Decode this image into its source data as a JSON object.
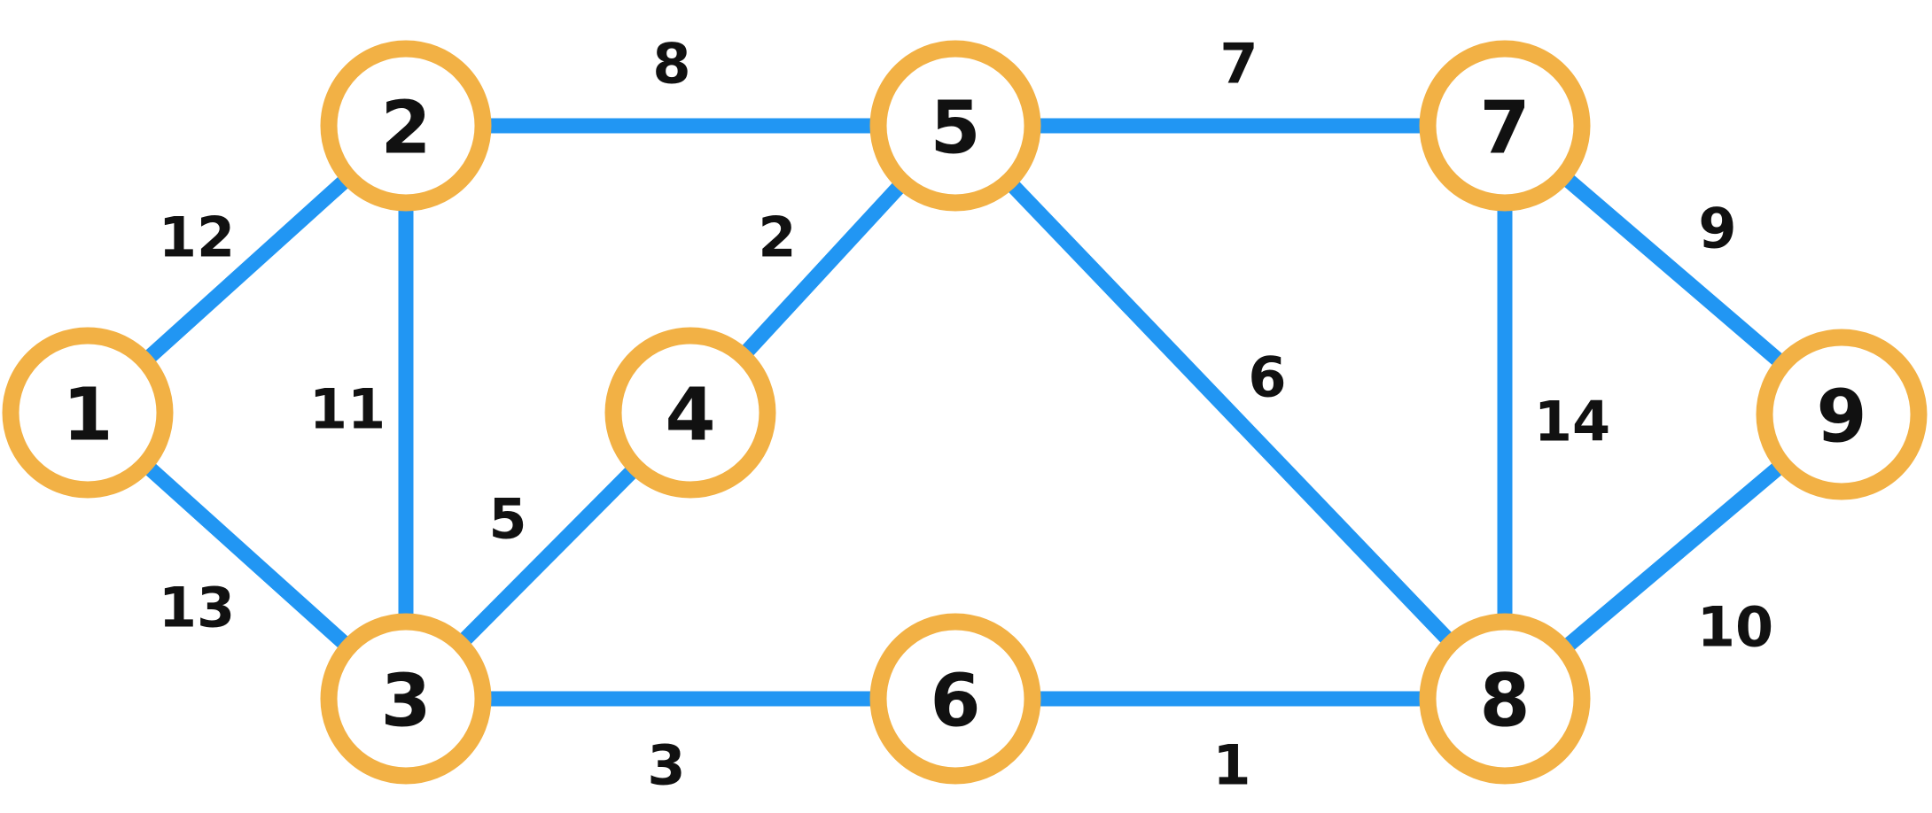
{
  "colors": {
    "edge": "#2196f3",
    "node_border": "#f2b145",
    "node_fill": "#ffffff",
    "text": "#111111"
  },
  "nodes": [
    {
      "id": "1",
      "label": "1"
    },
    {
      "id": "2",
      "label": "2"
    },
    {
      "id": "3",
      "label": "3"
    },
    {
      "id": "4",
      "label": "4"
    },
    {
      "id": "5",
      "label": "5"
    },
    {
      "id": "6",
      "label": "6"
    },
    {
      "id": "7",
      "label": "7"
    },
    {
      "id": "8",
      "label": "8"
    },
    {
      "id": "9",
      "label": "9"
    }
  ],
  "edges": [
    {
      "from": "1",
      "to": "2",
      "weight": "12"
    },
    {
      "from": "1",
      "to": "3",
      "weight": "13"
    },
    {
      "from": "2",
      "to": "3",
      "weight": "11"
    },
    {
      "from": "2",
      "to": "5",
      "weight": "8"
    },
    {
      "from": "3",
      "to": "4",
      "weight": "5"
    },
    {
      "from": "3",
      "to": "6",
      "weight": "3"
    },
    {
      "from": "4",
      "to": "5",
      "weight": "2"
    },
    {
      "from": "5",
      "to": "7",
      "weight": "7"
    },
    {
      "from": "5",
      "to": "8",
      "weight": "6"
    },
    {
      "from": "6",
      "to": "8",
      "weight": "1"
    },
    {
      "from": "7",
      "to": "8",
      "weight": "14"
    },
    {
      "from": "7",
      "to": "9",
      "weight": "9"
    },
    {
      "from": "8",
      "to": "9",
      "weight": "10"
    }
  ]
}
